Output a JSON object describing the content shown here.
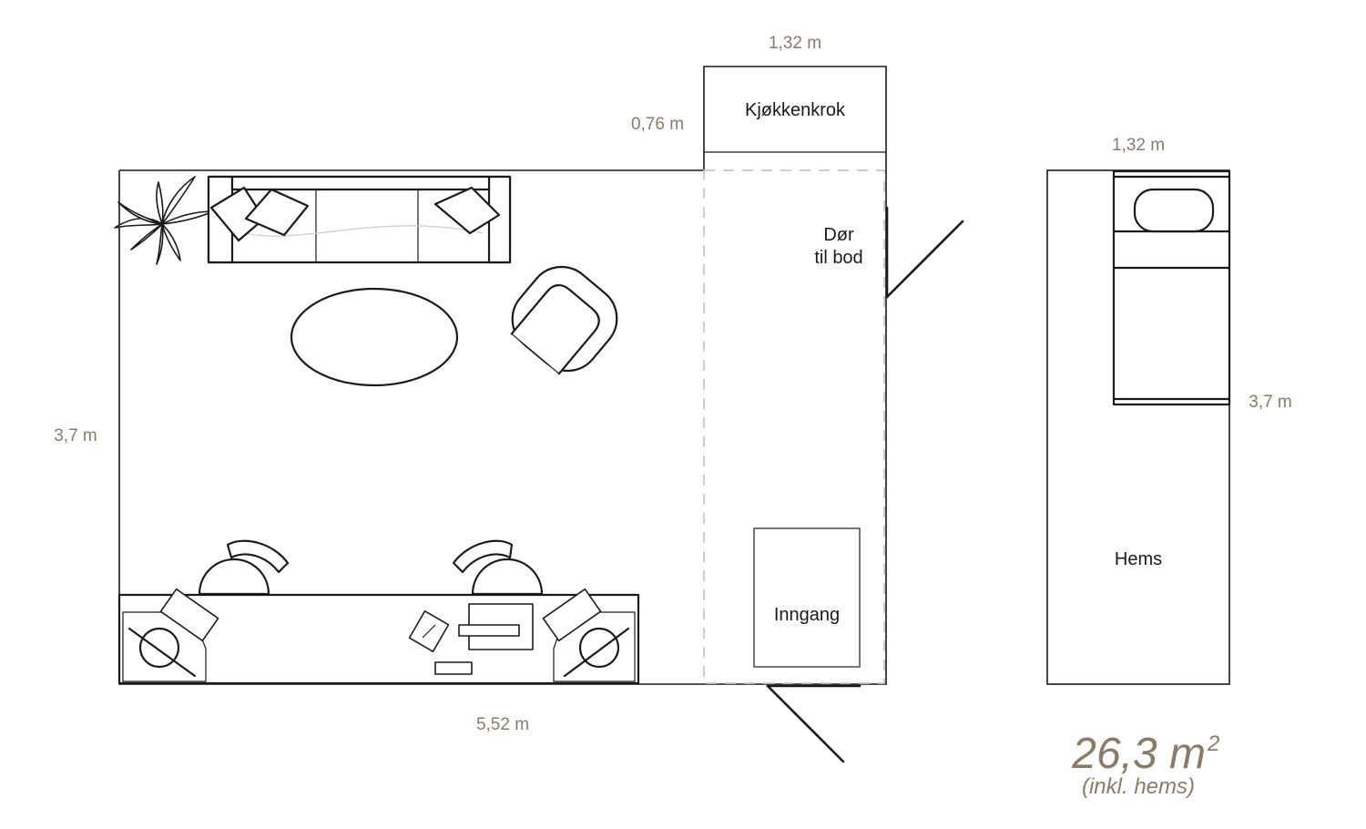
{
  "dimensions": {
    "kitchen_width": "1,32 m",
    "kitchen_depth": "0,76 m",
    "main_height": "3,7 m",
    "main_width": "5,52 m",
    "loft_width": "1,32 m",
    "loft_height": "3,7 m"
  },
  "rooms": {
    "kitchen": "Kjøkkenkrok",
    "storage_door_line1": "Dør",
    "storage_door_line2": "til bod",
    "entrance": "Inngang",
    "loft": "Hems"
  },
  "area": {
    "value": "26,3 m",
    "superscript": "2",
    "note": "(inkl. hems)"
  },
  "icons": [
    "plant-icon",
    "sofa-icon",
    "cushion-icon",
    "coffee-table-icon",
    "armchair-icon",
    "desk-icon",
    "office-chair-icon",
    "lamp-icon",
    "laptop-icon",
    "bed-icon",
    "pillow-icon",
    "door-swing-icon"
  ]
}
